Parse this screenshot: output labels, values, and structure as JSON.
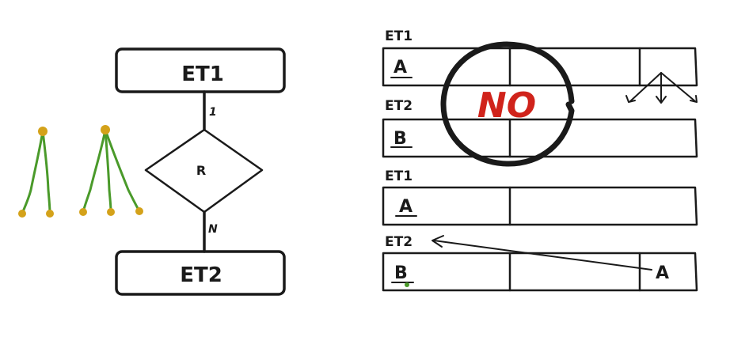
{
  "er": {
    "entity_top": "ET1",
    "entity_bottom": "ET2",
    "relationship": "R",
    "card_top": "1",
    "card_bottom": "N"
  },
  "tables": {
    "t1_name": "ET1",
    "t1_key": "A",
    "t2_name": "ET2",
    "t2_key": "B",
    "no_label": "NO",
    "t3_name": "ET1",
    "t3_key": "A",
    "t4_name": "ET2",
    "t4_key": "B",
    "t4_fk": "A"
  },
  "colors": {
    "ink": "#1a1a1a",
    "no_red": "#d0231b",
    "tree_green": "#4a9a2a",
    "tree_node": "#d4a21a"
  }
}
